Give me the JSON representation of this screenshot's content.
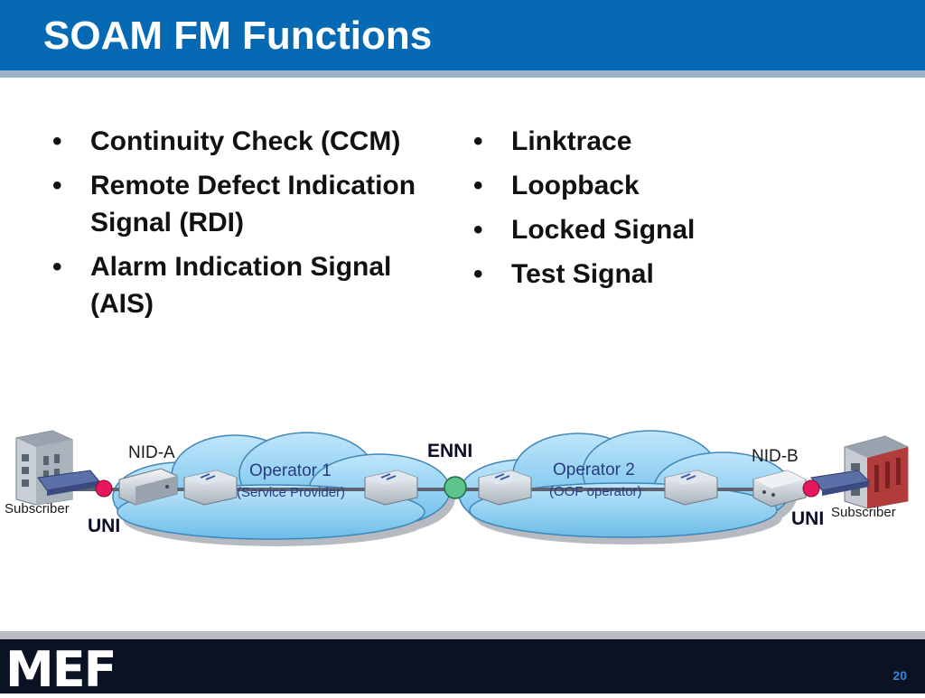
{
  "header": {
    "title": "SOAM FM Functions"
  },
  "bullets_left": [
    "Continuity Check (CCM)",
    "Remote Defect Indication Signal (RDI)",
    "Alarm Indication Signal (AIS)"
  ],
  "bullets_right": [
    "Linktrace",
    "Loopback",
    "Locked Signal",
    "Test Signal"
  ],
  "bullet_glyph": "•",
  "diagram": {
    "nid_a": "NID-A",
    "nid_b": "NID-B",
    "enni": "ENNI",
    "uni_left": "UNI",
    "uni_right": "UNI",
    "subscriber_left": "Subscriber",
    "subscriber_right": "Subscriber",
    "operator1": {
      "name": "Operator 1",
      "role": "(Service Provider)"
    },
    "operator2": {
      "name": "Operator 2",
      "role": "(OOF operator)"
    },
    "colors": {
      "cloud": "#8fd0f2",
      "uni_dot": "#e8175d",
      "enni_dot": "#5cc48a"
    }
  },
  "footer": {
    "logo": "MEF",
    "page": "20"
  }
}
